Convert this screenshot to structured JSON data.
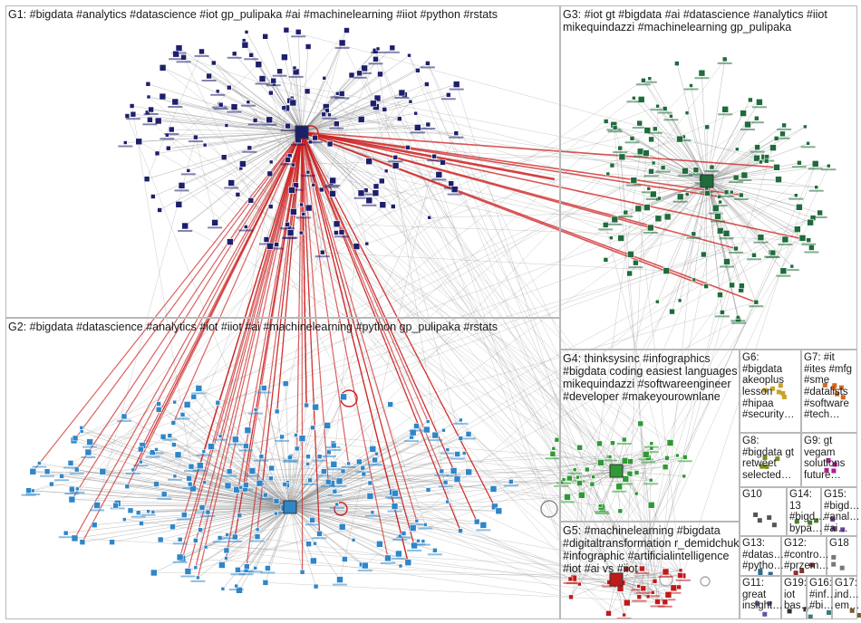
{
  "graph": {
    "background": "#ffffff",
    "edge_color": "#8c8c8c",
    "highlight_edge_color": "#cc1f1f",
    "groups": [
      {
        "id": "G1",
        "label": "G1: #bigdata #analytics #datascience #iot gp_pulipaka #ai #machinelearning #iiot #python #rstats",
        "color": "#1e1f6b"
      },
      {
        "id": "G2",
        "label": "G2: #bigdata #datascience #analytics #iot #iiot #ai #machinelearning #python gp_pulipaka #rstats",
        "color": "#2f86c9"
      },
      {
        "id": "G3",
        "label": "G3: #iot gt #bigdata #ai #datascience #analytics #iiot\nmikequindazzi #machinelearning gp_pulipaka",
        "color": "#1f6b3a"
      },
      {
        "id": "G4",
        "label": "G4: thinksysinc #infographics\n#bigdata coding easiest languages\nmikequindazzi #softwareengineer\n#developer #makeyourownlane",
        "color": "#2e9a35"
      },
      {
        "id": "G5",
        "label": "G5: #machinelearning #bigdata\n#digitaltransformation r_demidchuk\n#infographic #artificialintelligence\n#iot #ai vs #iiot",
        "color": "#c01a1a"
      },
      {
        "id": "G6",
        "label": "G6:\n#bigdata\nakeoplus\nlesson\n#hipaa\n#security…",
        "color": "#c9a227"
      },
      {
        "id": "G7",
        "label": "G7: #it\n#ites #mfg\n#sme\n#datalists\n#software\n#tech…",
        "color": "#d4661e"
      },
      {
        "id": "G8",
        "label": "G8:\n#bigdata gt\nretweet\nselected…",
        "color": "#7a8f1e"
      },
      {
        "id": "G9",
        "label": "G9: gt\nvegam\nsolutions\nfuture…",
        "color": "#b01e8f"
      },
      {
        "id": "G10",
        "label": "G10",
        "color": "#555555"
      },
      {
        "id": "G11",
        "label": "G11:\ngreat\ninsight…",
        "color": "#5a5a9a"
      },
      {
        "id": "G12",
        "label": "G12:\n#contro…\n#przem…",
        "color": "#8a2f2f"
      },
      {
        "id": "G13",
        "label": "G13:\n#datas…\n#pytho…",
        "color": "#2f6b8a"
      },
      {
        "id": "G14",
        "label": "G14:\n13\n#bigd…\nbypa…",
        "color": "#4a7a2f"
      },
      {
        "id": "G15",
        "label": "G15:\n#bigd…\n#anal…\n#ai…",
        "color": "#6a3f9a"
      },
      {
        "id": "G16",
        "label": "G16:\n#inf…\n#bi…",
        "color": "#3f7a7a"
      },
      {
        "id": "G17",
        "label": "G17:\nind…\nem…",
        "color": "#7a5a2f"
      },
      {
        "id": "G18",
        "label": "G18",
        "color": "#777777"
      },
      {
        "id": "G19",
        "label": "G19:\niot\nbas…",
        "color": "#2f2f2f"
      }
    ]
  }
}
